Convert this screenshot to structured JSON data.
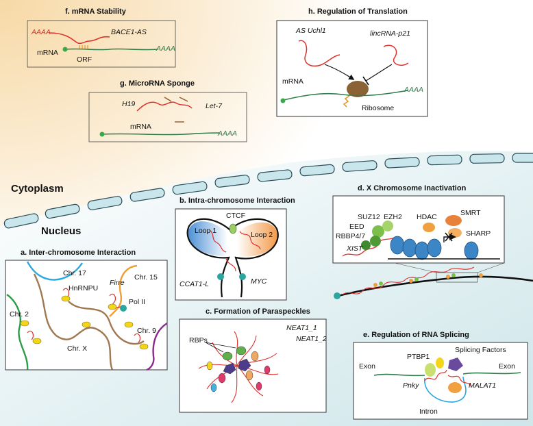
{
  "regions": {
    "cytoplasm": "Cytoplasm",
    "nucleus": "Nucleus"
  },
  "panels": {
    "f": {
      "title": "f. mRNA Stability",
      "lnc": "BACE1-AS",
      "polyA_left": "AAAA",
      "polyA_right": "AAAA",
      "mrna": "mRNA",
      "orf": "ORF"
    },
    "g": {
      "title": "g. MicroRNA Sponge",
      "h19": "H19",
      "let7": "Let-7",
      "mrna": "mRNA",
      "polyA": "AAAA"
    },
    "h": {
      "title": "h. Regulation of Translation",
      "as_uchl1": "AS Uchl1",
      "lincrna": "lincRNA-p21",
      "mrna": "mRNA",
      "polyA": "AAAA",
      "ribosome": "Ribosome"
    },
    "a": {
      "title": "a. Inter-chromosome Interaction",
      "chr17": "Chr. 17",
      "chr15": "Chr. 15",
      "chr2": "Chr. 2",
      "chr9": "Chr. 9",
      "chrx": "Chr. X",
      "firre": "Firre",
      "hnrnpu": "HnRNPU",
      "pol2": "Pol II"
    },
    "b": {
      "title": "b. Intra-chromosome Interaction",
      "ctcf": "CTCF",
      "loop1": "Loop 1",
      "loop2": "Loop 2",
      "ccat1": "CCAT1-L",
      "myc": "MYC"
    },
    "c": {
      "title": "c. Formation of Paraspeckles",
      "rbps": "RBPs",
      "neat1_1": "NEAT1_1",
      "neat1_2": "NEAT1_2"
    },
    "d": {
      "title": "d. X Chromosome Inactivation",
      "suz12": "SUZ12",
      "ezh2": "EZH2",
      "eed": "EED",
      "rbbp": "RBBP4/7",
      "xist": "XIST",
      "hdac": "HDAC",
      "smrt": "SMRT",
      "sharp": "SHARP"
    },
    "e": {
      "title": "e. Regulation of RNA Splicing",
      "ptbp1": "PTBP1",
      "factors": "Splicing Factors",
      "exon_left": "Exon",
      "exon_right": "Exon",
      "pnky": "Pnky",
      "malat1": "MALAT1",
      "intron": "Intron"
    }
  },
  "colors": {
    "rna": "#e0302b",
    "mrna": "#2e7d4a",
    "dna": "#111111",
    "membrane": "#c9e6ec",
    "cytoplasm_bg": "#f8dfb6",
    "nucleus_bg": "#dcedf0"
  }
}
